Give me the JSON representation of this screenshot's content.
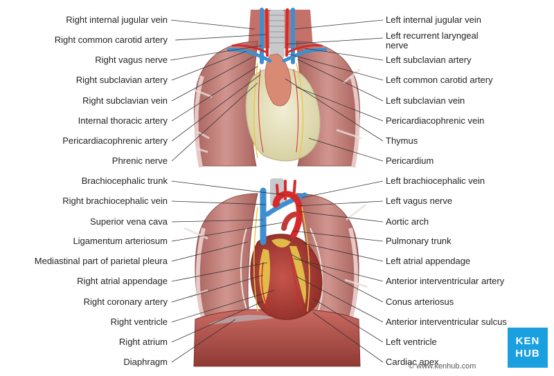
{
  "labels_left": [
    "Right internal jugular vein",
    "Right common carotid artery",
    "Right vagus nerve",
    "Right subclavian artery",
    "Right subclavian vein",
    "Internal thoracic artery",
    "Pericardiacophrenic artery",
    "Phrenic nerve",
    "Brachiocephalic trunk",
    "Right brachiocephalic vein",
    "Superior vena cava",
    "Ligamentum arteriosum",
    "Mediastinal part of parietal pleura",
    "Right atrial appendage",
    "Right coronary artery",
    "Right ventricle",
    "Right atrium",
    "Diaphragm"
  ],
  "labels_right": [
    "Left internal jugular vein",
    "Left recurrent laryngeal\nnerve",
    "Left subclavian artery",
    "Left common carotid artery",
    "Left subclavian vein",
    "Pericardiacophrenic vein",
    "Thymus",
    "Pericardium",
    "Left brachiocephalic vein",
    "Left vagus nerve",
    "Aortic arch",
    "Pulmonary trunk",
    "Left atrial appendage",
    "Anterior interventricular artery",
    "Conus arteriosus",
    "Anterior interventricular sulcus",
    "Left ventricle",
    "Cardiac apex"
  ],
  "logo": {
    "line1": "KEN",
    "line2": "HUB"
  },
  "watermark": "© www.kenhub.com",
  "colors": {
    "lung": "#c98a84",
    "lung_dark": "#9c5650",
    "pericardium": "#e6e1bd",
    "heart": "#b5423b",
    "fat": "#e8c84a",
    "vein": "#3d8fd0",
    "artery": "#d62a2a",
    "muscle": "#b5504a",
    "trachea": "#c7c9cc",
    "accent": "#1aa0df"
  }
}
